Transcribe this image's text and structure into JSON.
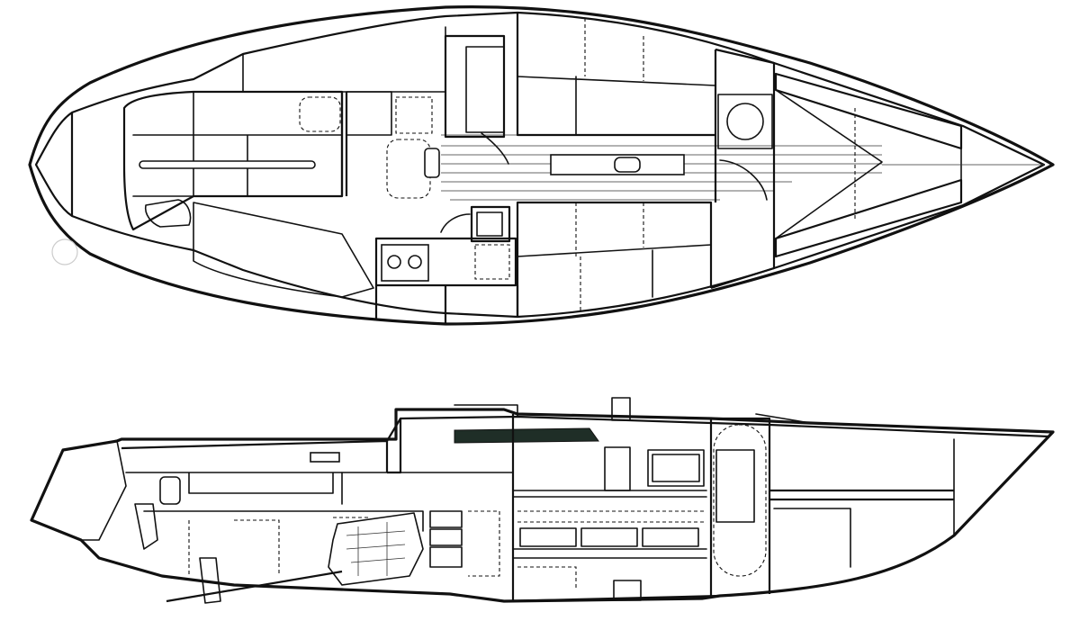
{
  "figure": {
    "views": [
      {
        "id": "plan",
        "kind": "accommodation plan (top view)"
      },
      {
        "id": "profile",
        "kind": "inboard profile (side section)"
      }
    ],
    "colors": {
      "line": "#111111",
      "background": "#ffffff",
      "dark_fill": "#1f2e27"
    }
  }
}
